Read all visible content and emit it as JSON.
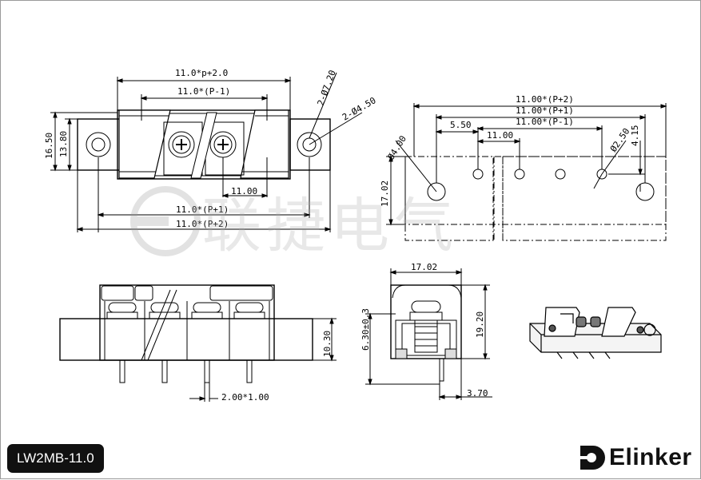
{
  "model": "LW2MB-11.0",
  "brand": "Elinker",
  "watermark": "联捷电气",
  "dimensions": {
    "top_overall": "11.0*p+2.0",
    "top_pitch": "11.0*(P-1)",
    "hole_dia": "2-Ø7.20",
    "screw_dia": "2-Ø4.50",
    "height_a": "16.50",
    "height_b": "13.80",
    "pitch": "11.00",
    "bottom_p1": "11.0*(P+1)",
    "bottom_p2": "11.0*(P+2)",
    "pcb_p2": "11.00*(P+2)",
    "pcb_p1": "11.00*(P+1)",
    "pcb_pm1": "11.00*(P-1)",
    "pcb_550": "5.50",
    "pcb_1100": "11.00",
    "pcb_hole4": "Ø4.00",
    "pcb_hole25": "Ø2.50",
    "pcb_415": "4.15",
    "pcb_1702": "17.02",
    "front_1030": "10.30",
    "front_pin": "2.00*1.00",
    "side_1702": "17.02",
    "side_630": "6.30±0.3",
    "side_1920": "19.20",
    "side_370": "3.70"
  }
}
